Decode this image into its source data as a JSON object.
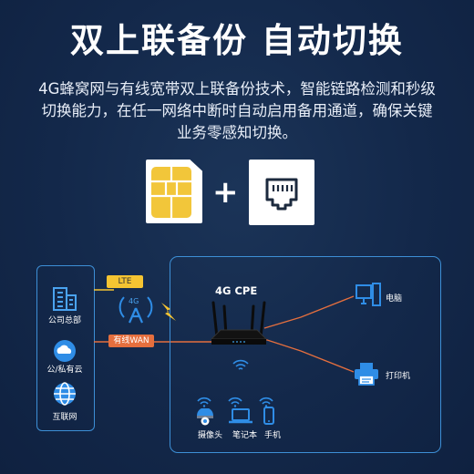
{
  "title": "双上联备份 自动切换",
  "description": [
    "4G蜂窝网与有线宽带双上联备份技术，智能链路检测和秒级",
    "切换能力，在任一网络中断时自动启用备用通道，确保关键",
    "业务零感知切换。"
  ],
  "plus_sign": "+",
  "sources": [
    "公司总部",
    "公/私有云",
    "互联网"
  ],
  "badges": {
    "lte": "LTE",
    "wan": "有线WAN",
    "antenna": "4G"
  },
  "router_label": "4G CPE",
  "clients": [
    "电脑",
    "打印机"
  ],
  "wifi_devices": [
    "摄像头",
    "笔记本",
    "手机"
  ],
  "colors": {
    "accent_blue": "#3d8fd6",
    "lte_yellow": "#f5c432",
    "wan_orange": "#e56f3e",
    "background": "#13284a"
  }
}
